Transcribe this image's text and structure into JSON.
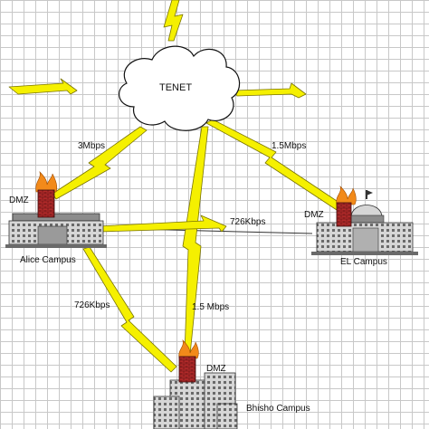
{
  "diagram": {
    "cloud_label": "TENET",
    "labels": {
      "dmz_alice": "DMZ",
      "dmz_el": "DMZ",
      "dmz_bhisho": "DMZ",
      "alice": "Alice Campus",
      "el": "EL Campus",
      "bhisho": "Bhisho Campus",
      "link_alice_tenet": "3Mbps",
      "link_el_tenet": "1.5Mbps",
      "link_alice_el": "726Kbps",
      "link_alice_bhisho": "726Kbps",
      "link_bhisho_tenet": "1.5 Mbps"
    },
    "colors": {
      "bolt": "#f5f000",
      "bolt_stroke": "#7a7400",
      "firewall": "#b22a2a",
      "flame": "#f28a1a",
      "building": "#8c8c8c",
      "building_light": "#d6d6d6",
      "grid": "#c8c8c8"
    }
  }
}
